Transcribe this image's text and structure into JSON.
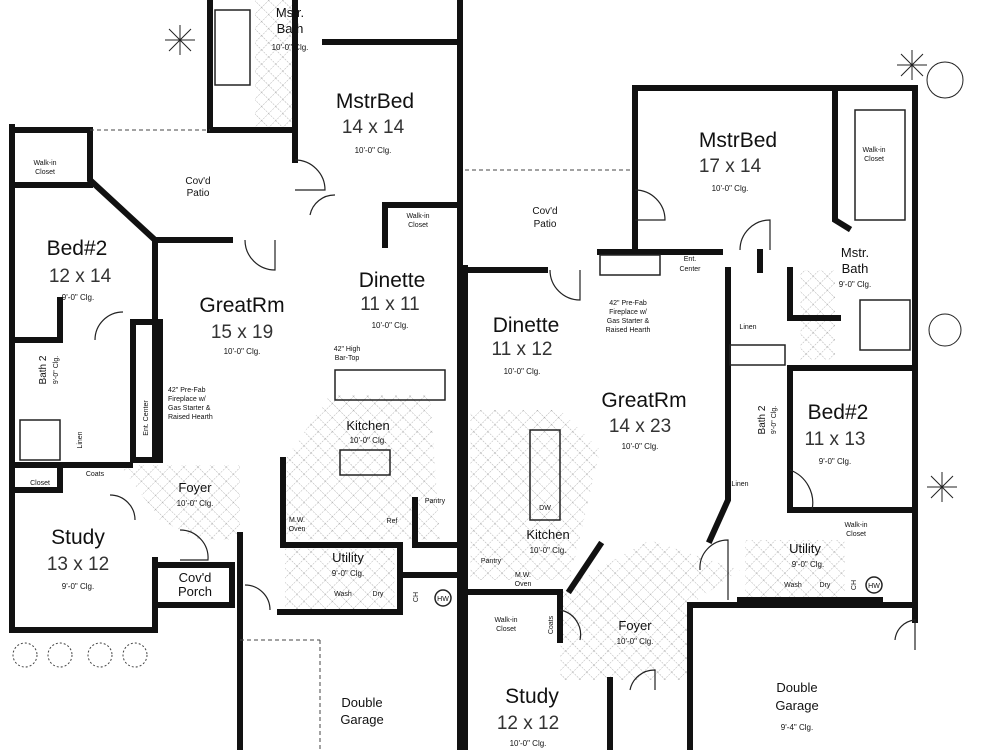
{
  "left_unit": {
    "mstr_bath": {
      "name1": "Mstr.",
      "name2": "Bath",
      "clg": "10'-0\" Clg."
    },
    "mstr_bed": {
      "name": "MstrBed",
      "size": "14 x 14",
      "clg": "10'-0\" Clg."
    },
    "covd_patio": {
      "line1": "Cov'd",
      "line2": "Patio"
    },
    "walk_in_closet_1": {
      "line1": "Walk-in",
      "line2": "Closet"
    },
    "walk_in_closet_2": {
      "line1": "Walk-in",
      "line2": "Closet"
    },
    "bed2": {
      "name": "Bed#2",
      "size": "12 x 14",
      "clg": "9'-0\" Clg."
    },
    "great_rm": {
      "name": "GreatRm",
      "size": "15 x 19",
      "clg": "10'-0\" Clg."
    },
    "dinette": {
      "name": "Dinette",
      "size": "11 x 11",
      "clg": "10'-0\" Clg."
    },
    "bar_top": {
      "line1": "42\" High",
      "line2": "Bar-Top"
    },
    "fireplace_note": [
      "42\" Pre-Fab",
      "Fireplace w/",
      "Gas Starter &",
      "Raised Hearth"
    ],
    "ent_center": "Ent. Center",
    "bath2": {
      "name": "Bath 2",
      "clg": "9'-0\" Clg."
    },
    "linen": "Linen",
    "kitchen": {
      "name": "Kitchen",
      "clg": "10'-0\" Clg."
    },
    "foyer": {
      "name": "Foyer",
      "clg": "10'-0\" Clg."
    },
    "closet": "Closet",
    "coats": "Coats",
    "study": {
      "name": "Study",
      "size": "13 x 12",
      "clg": "9'-0\" Clg."
    },
    "covd_porch": {
      "line1": "Cov'd",
      "line2": "Porch"
    },
    "utility": {
      "name": "Utility",
      "clg": "9'-0\" Clg."
    },
    "mw_oven": {
      "line1": "M.W.",
      "line2": "Oven"
    },
    "ref": "Ref",
    "pantry": "Pantry",
    "wash": "Wash",
    "dry": "Dry",
    "ch": "CH",
    "hw": "HW",
    "garage": {
      "line1": "Double",
      "line2": "Garage"
    }
  },
  "right_unit": {
    "mstr_bed": {
      "name": "MstrBed",
      "size": "17 x 14",
      "clg": "10'-0\" Clg."
    },
    "walk_in_closet_1": {
      "line1": "Walk-in",
      "line2": "Closet"
    },
    "covd_patio": {
      "line1": "Cov'd",
      "line2": "Patio"
    },
    "ent_center": {
      "line1": "Ent.",
      "line2": "Center"
    },
    "fireplace_note": [
      "42\" Pre-Fab",
      "Fireplace w/",
      "Gas Starter &",
      "Raised Hearth"
    ],
    "mstr_bath": {
      "name1": "Mstr.",
      "name2": "Bath",
      "clg": "9'-0\" Clg."
    },
    "linen_1": "Linen",
    "dinette": {
      "name": "Dinette",
      "size": "11 x 12",
      "clg": "10'-0\" Clg."
    },
    "great_rm": {
      "name": "GreatRm",
      "size": "14 x 23",
      "clg": "10'-0\" Clg."
    },
    "bed2": {
      "name": "Bed#2",
      "size": "11 x 13",
      "clg": "9'-0\" Clg."
    },
    "bath2": {
      "name": "Bath 2",
      "clg": "9'-0\" Clg."
    },
    "linen_2": "Linen",
    "kitchen": {
      "name": "Kitchen",
      "clg": "10'-0\" Clg."
    },
    "pantry": "Pantry",
    "mw_oven": {
      "line1": "M.W.",
      "line2": "Oven"
    },
    "dw": "DW",
    "utility": {
      "name": "Utility",
      "clg": "9'-0\" Clg."
    },
    "wash": "Wash",
    "dry": "Dry",
    "ch": "CH",
    "hw": "HW",
    "walk_in_closet_2": {
      "line1": "Walk-in",
      "line2": "Closet"
    },
    "walk_in_closet_3": {
      "line1": "Walk-in",
      "line2": "Closet"
    },
    "coats": "Coats",
    "foyer": {
      "name": "Foyer",
      "clg": "10'-0\" Clg."
    },
    "study": {
      "name": "Study",
      "size": "12 x 12",
      "clg": "10'-0\" Clg."
    },
    "garage": {
      "line1": "Double",
      "line2": "Garage",
      "clg": "9'-4\" Clg."
    }
  }
}
